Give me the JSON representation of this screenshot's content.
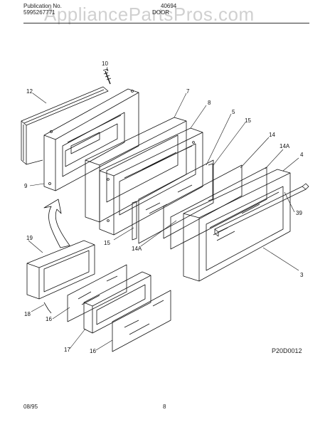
{
  "header": {
    "publication_label": "Publication No.",
    "publication_number": "5995267771",
    "model": "40694",
    "section": "DOOR",
    "watermark": "AppliancePartsPros.com"
  },
  "callouts": {
    "c10": "10",
    "c12": "12",
    "c7": "7",
    "c8": "8",
    "c5": "5",
    "c15a": "15",
    "c14": "14",
    "c14a_top": "14A",
    "c4": "4",
    "c9": "9",
    "c39": "39",
    "c15b": "15",
    "c14a_bottom": "14A",
    "c19": "19",
    "c3": "3",
    "c18": "18",
    "c16a": "16",
    "c17": "17",
    "c16b": "16"
  },
  "footer": {
    "diagram_code": "P20D0012",
    "date": "08/95",
    "page": "8"
  }
}
